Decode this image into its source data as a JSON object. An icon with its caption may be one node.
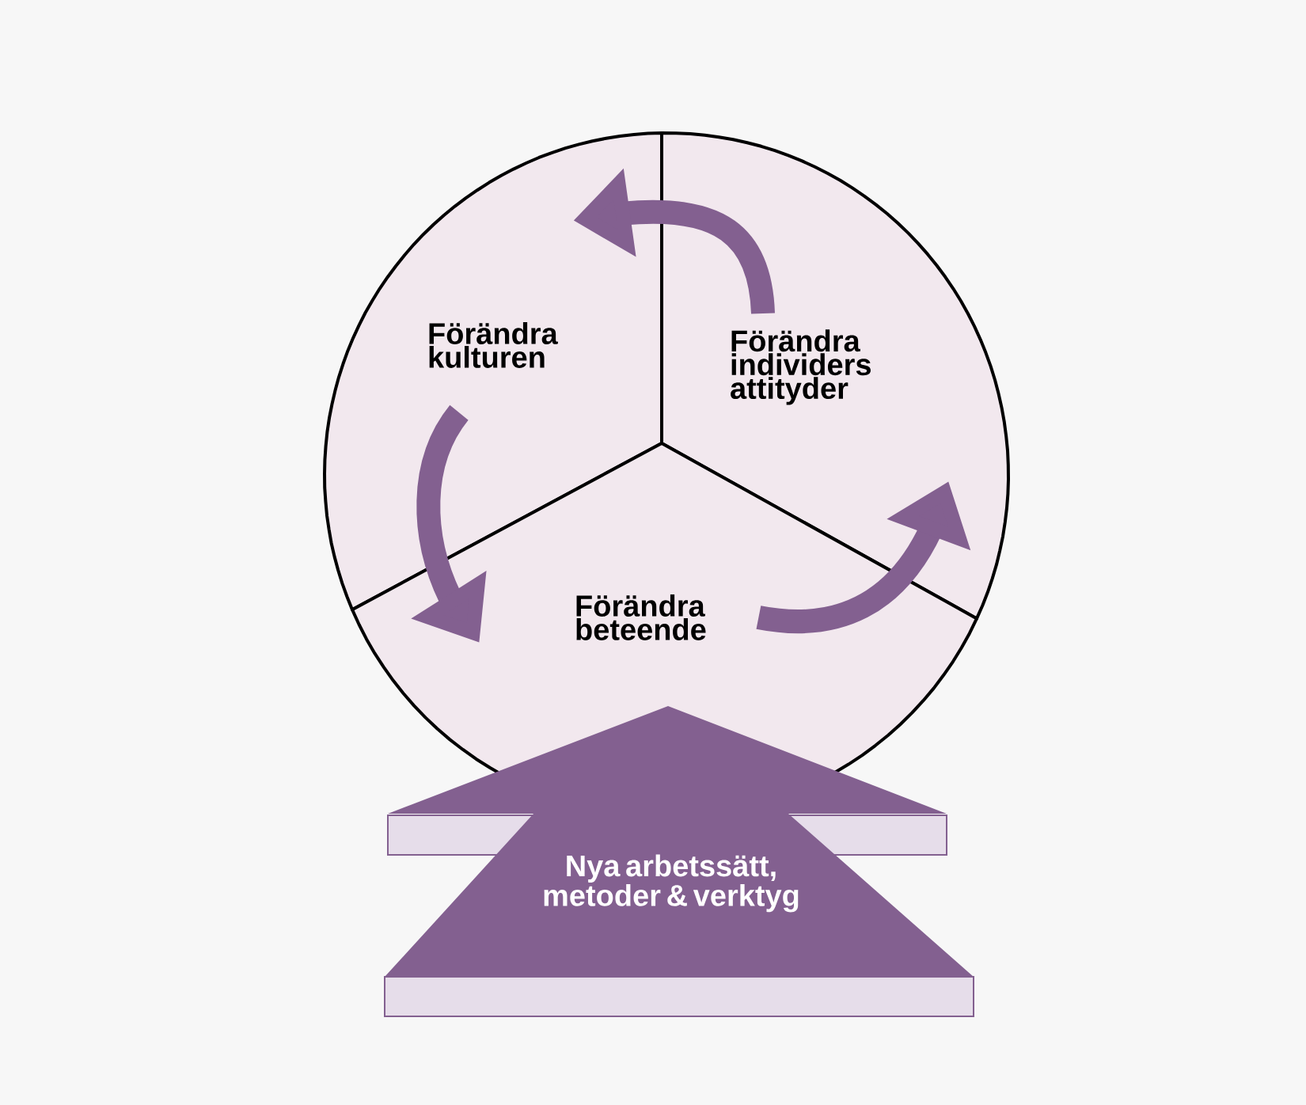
{
  "diagram": {
    "nodes": [
      {
        "text": [
          "Förändra kulturen"
        ]
      },
      {
        "text": [
          "Förändra individers attityder"
        ]
      },
      {
        "text": [
          "Förändra beteende"
        ]
      },
      {
        "text": [
          "Nya arbetssätt, metoder & verktyg"
        ]
      }
    ],
    "edges": [
      {
        "from": 1,
        "to": 0,
        "arrow": "to"
      },
      {
        "from": 0,
        "to": 2,
        "arrow": "to"
      },
      {
        "from": 2,
        "to": 1,
        "arrow": "to"
      }
    ]
  }
}
